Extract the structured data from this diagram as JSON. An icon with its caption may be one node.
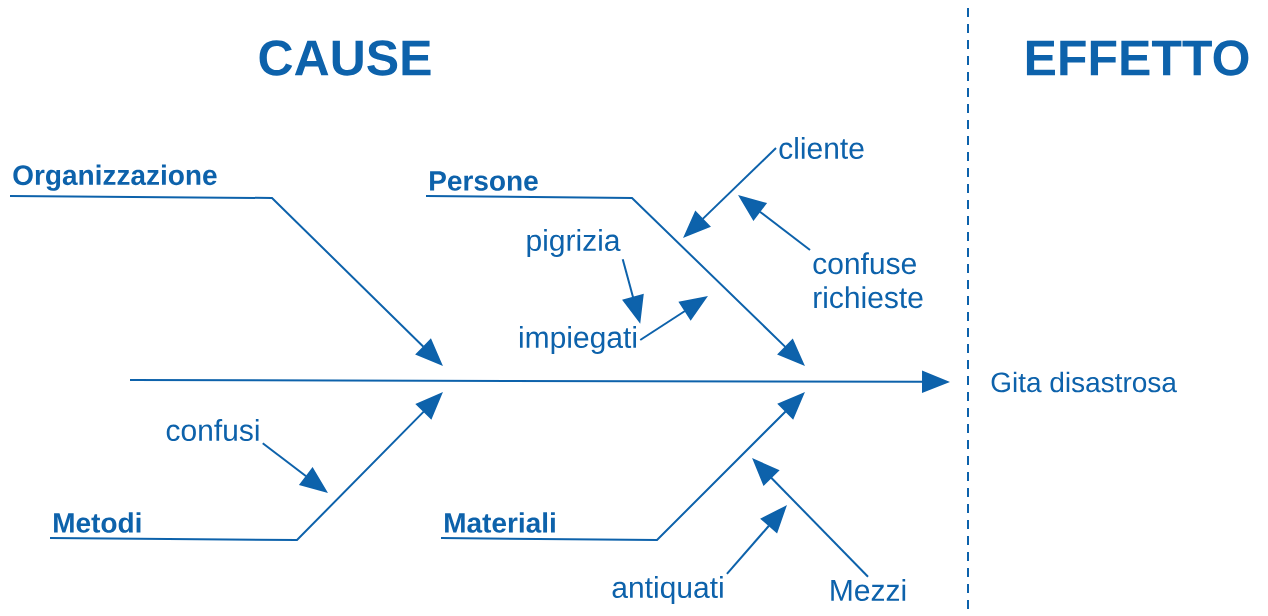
{
  "diagram": {
    "nodes": [
      {
        "text": [
          "Organizzazione"
        ]
      },
      {
        "text": [
          "Persone"
        ]
      },
      {
        "text": [
          "cliente"
        ]
      },
      {
        "text": [
          "pigrizia"
        ]
      },
      {
        "text": [
          "confuse richieste"
        ]
      },
      {
        "text": [
          "impiegati"
        ]
      },
      {
        "text": [
          "Gita disastrosa"
        ]
      },
      {
        "text": [
          "confusi"
        ]
      },
      {
        "text": [
          "Metodi"
        ]
      },
      {
        "text": [
          "Materiali"
        ]
      },
      {
        "text": [
          "antiquati"
        ]
      },
      {
        "text": [
          "Mezzi"
        ]
      }
    ],
    "edges": [
      {
        "from": null,
        "to": 6,
        "arrow": "to"
      },
      {
        "from": 0,
        "to": null,
        "arrow": "to"
      },
      {
        "from": 1,
        "to": null,
        "arrow": "to"
      },
      {
        "from": 2,
        "to": null,
        "arrow": "to"
      },
      {
        "from": 4,
        "to": null,
        "arrow": "to"
      },
      {
        "from": 3,
        "to": 5,
        "arrow": "to"
      },
      {
        "from": 5,
        "to": null,
        "arrow": "to"
      },
      {
        "from": 7,
        "to": null,
        "arrow": "to"
      },
      {
        "from": 8,
        "to": null,
        "arrow": "to"
      },
      {
        "from": 9,
        "to": null,
        "arrow": "to"
      },
      {
        "from": 10,
        "to": null,
        "arrow": "to"
      },
      {
        "from": 11,
        "to": null,
        "arrow": "to"
      }
    ],
    "labels": [
      "CAUSE",
      "EFFETTO"
    ]
  }
}
